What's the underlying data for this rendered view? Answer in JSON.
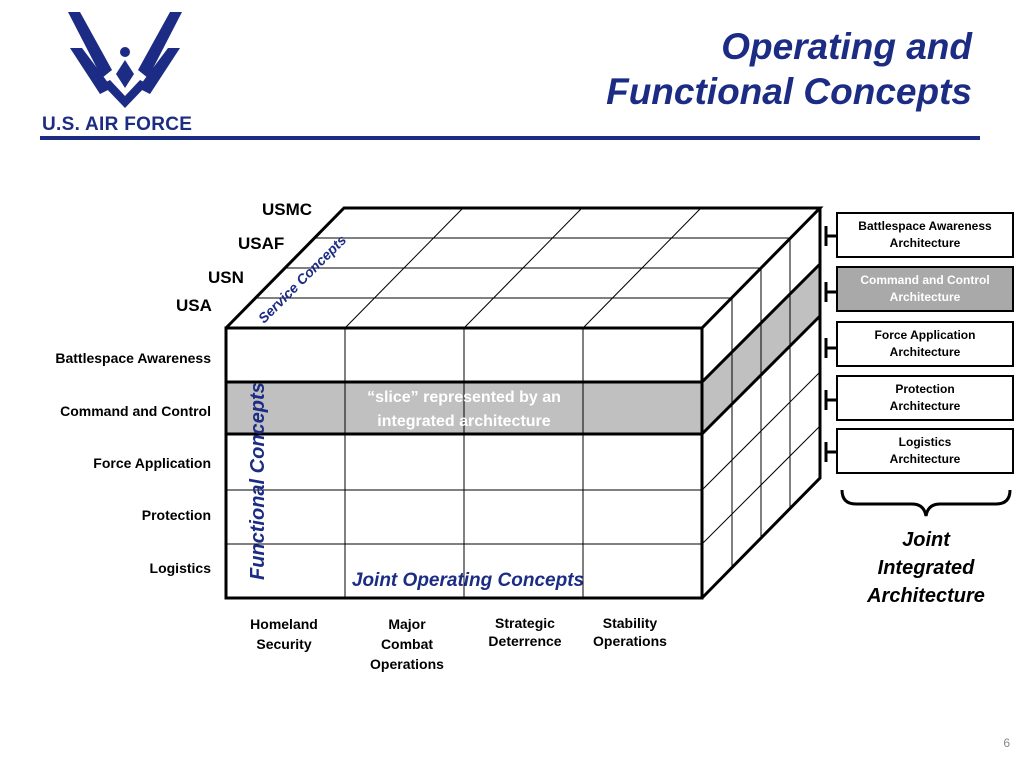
{
  "header": {
    "title_line1": "Operating and",
    "title_line2": "Functional Concepts",
    "logo_text": "U.S. AIR FORCE",
    "accent_color": "#1c2c84"
  },
  "cube": {
    "service_labels": [
      "USMC",
      "USAF",
      "USN",
      "USA"
    ],
    "service_axis_label": "Service Concepts",
    "functional_axis_label": "Functional Concepts",
    "function_rows": [
      "Battlespace Awareness",
      "Command and Control",
      "Force Application",
      "Protection",
      "Logistics"
    ],
    "highlighted_row": "Command and Control",
    "slice_text_line1": "“slice” represented by an",
    "slice_text_line2": "integrated architecture",
    "joint_concepts_label": "Joint Operating Concepts",
    "columns": [
      {
        "line1": "Homeland",
        "line2": "Security",
        "line3": ""
      },
      {
        "line1": "Major",
        "line2": "Combat",
        "line3": "Operations"
      },
      {
        "line1": "Strategic",
        "line2": "Deterrence",
        "line3": ""
      },
      {
        "line1": "Stability",
        "line2": "Operations",
        "line3": ""
      }
    ],
    "slice_color": "#c0c0c0"
  },
  "architectures": [
    {
      "line1": "Battlespace Awareness",
      "line2": "Architecture",
      "active": false
    },
    {
      "line1": "Command and Control",
      "line2": "Architecture",
      "active": true
    },
    {
      "line1": "Force Application",
      "line2": "Architecture",
      "active": false
    },
    {
      "line1": "Protection",
      "line2": "Architecture",
      "active": false
    },
    {
      "line1": "Logistics",
      "line2": "Architecture",
      "active": false
    }
  ],
  "joint_label": {
    "line1": "Joint",
    "line2": "Integrated",
    "line3": "Architecture"
  },
  "page_number": "6"
}
